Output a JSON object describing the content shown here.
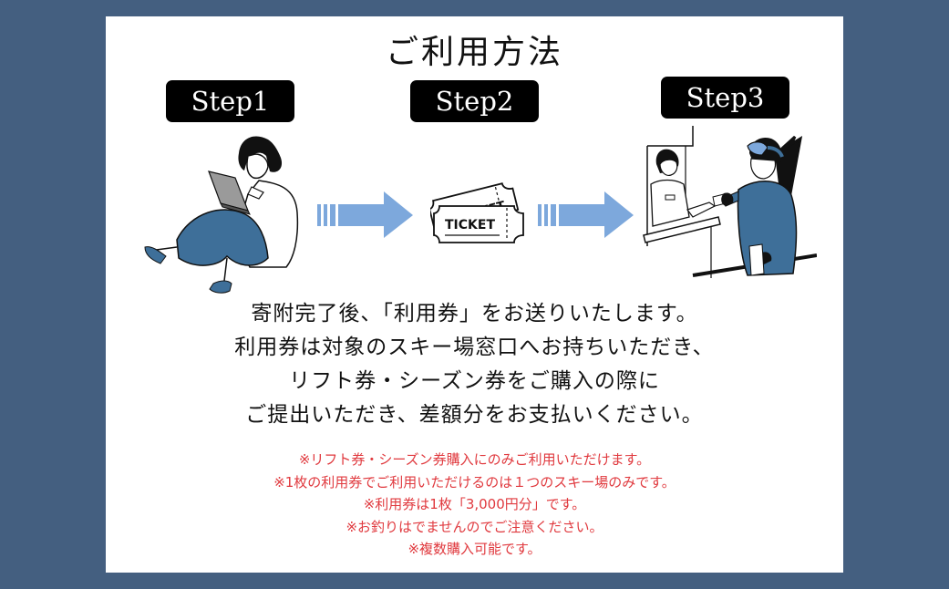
{
  "title": "ご利用方法",
  "steps": [
    {
      "label": "Step1",
      "illustration": "woman-with-laptop"
    },
    {
      "label": "Step2",
      "illustration": "tickets"
    },
    {
      "label": "Step3",
      "illustration": "skier-at-ticket-window"
    }
  ],
  "ticket_text": "TICKET",
  "body_lines": [
    "寄附完了後、「利用券」をお送りいたします。",
    "利用券は対象のスキー場窓口へお持ちいただき、",
    "リフト券・シーズン券をご購入の際に",
    "ご提出いただき、差額分をお支払いください。"
  ],
  "notes": [
    "※リフト券・シーズン券購入にのみご利用いただけます。",
    "※1枚の利用券でご利用いただけるのは１つのスキー場のみです。",
    "※利用券は1枚「3,000円分」です。",
    "※お釣りはでませんのでご注意ください。",
    "※複数購入可能です。"
  ],
  "colors": {
    "background": "#445f80",
    "panel": "#ffffff",
    "arrow": "#7da8dc",
    "accent_blue": "#3e6f99",
    "note_red": "#e0393e"
  }
}
